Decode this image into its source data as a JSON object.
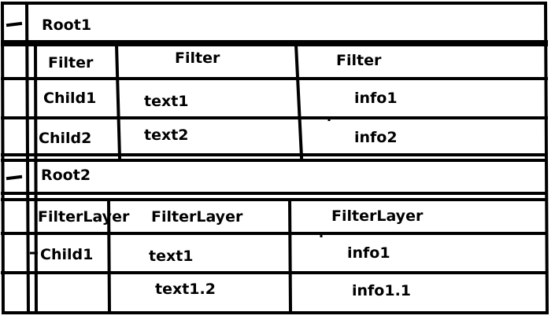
{
  "roots": [
    {
      "label": "Root1",
      "toggle_icon": "collapse-dash-icon",
      "header": [
        "Filter",
        "Filter",
        "Filter"
      ],
      "rows": [
        [
          "Child1",
          "text1",
          "info1"
        ],
        [
          "Child2",
          "text2",
          "info2"
        ]
      ]
    },
    {
      "label": "Root2",
      "toggle_icon": "collapse-dash-icon",
      "header": [
        "FilterLayer",
        "FilterLayer",
        "FilterLayer"
      ],
      "rows": [
        [
          "Child1",
          "text1",
          "info1"
        ],
        [
          "",
          "text1.2",
          "info1.1"
        ]
      ]
    }
  ],
  "colors": {
    "ink": "#000000",
    "paper": "#ffffff"
  }
}
